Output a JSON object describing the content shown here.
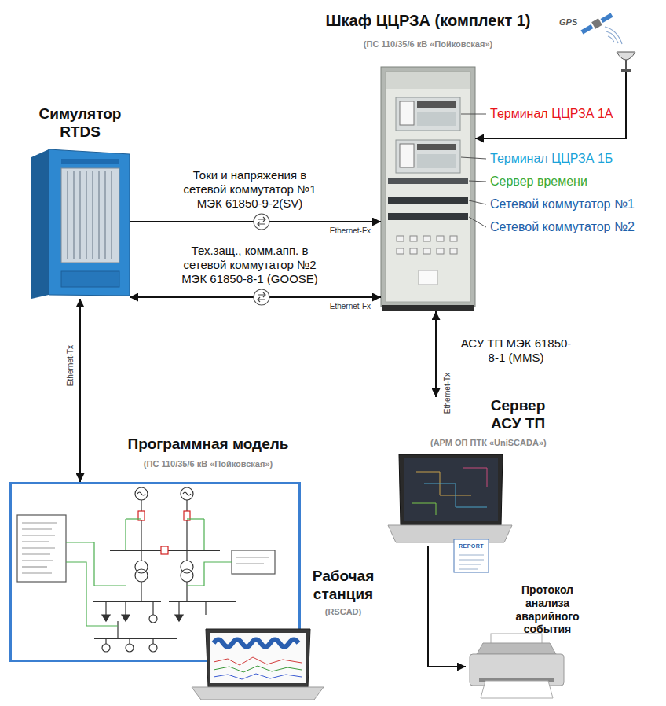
{
  "diagram": {
    "nodes": [
      {
        "text": [
          "Шкаф ЦЦРЗА (комплект 1)",
          "(ПС 110/35/6 кВ «Пойковская»)"
        ]
      },
      {
        "text": [
          "GPS"
        ]
      },
      {
        "text": [
          "Симулятор RTDS"
        ]
      },
      {
        "text": [
          "Программная модель",
          "(ПС 110/35/6 кВ «Пойковская»)"
        ]
      },
      {
        "text": [
          "Сервер АСУ ТП",
          "(АРМ ОП ПТК «UniSCADA»)"
        ]
      },
      {
        "text": [
          "Рабочая станция",
          "(RSCAD)"
        ]
      },
      {
        "text": [
          "REPORT"
        ]
      }
    ],
    "edges": [
      {
        "from": 1,
        "to": 0,
        "arrow": "to"
      },
      {
        "from": 2,
        "to": 0,
        "label": "Токи и напряжения в сетевой коммутатор №1 МЭК 61850-9-2(SV)",
        "arrow": "to"
      },
      {
        "from": 2,
        "to": 0,
        "label": "Тех.защ., комм.апп. в сетевой коммутатор №2 МЭК 61850-8-1 (GOOSE)",
        "arrow": "both"
      },
      {
        "from": 2,
        "to": 3,
        "arrow": "both"
      },
      {
        "from": 0,
        "to": 4,
        "label": "АСУ ТП МЭК 61850-8-1 (MMS)",
        "arrow": "both"
      },
      {
        "from": 4,
        "to": 6,
        "label": "Протокол анализа аварийного события",
        "arrow": "to"
      }
    ],
    "labels": [
      "Терминал ЦЦРЗА 1А",
      "Терминал ЦЦРЗА 1Б",
      "Сервер времени",
      "Сетевой коммутатор №1",
      "Сетевой коммутатор №2",
      "Ethernet-Fx",
      "Ethernet-Fx",
      "Ethernet-Tx",
      "Ethernet-Tx"
    ]
  }
}
